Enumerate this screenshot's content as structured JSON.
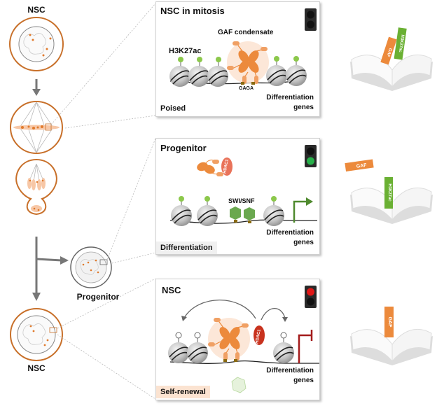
{
  "cell_lineage": {
    "top_cell_label": "NSC",
    "progenitor_label": "Progenitor",
    "bottom_cell_label": "NSC"
  },
  "panels": [
    {
      "id": "mitosis",
      "title": "NSC in mitosis",
      "state_label": "Poised",
      "condensate_label": "GAF condensate",
      "mark_label": "H3K27ac",
      "motif_label": "GAGA",
      "genes_label_line1": "Differentiation",
      "genes_label_line2": "genes",
      "traffic_light": "off",
      "bookmarks": [
        "GAF",
        "H3K27ac"
      ]
    },
    {
      "id": "progenitor",
      "title": "Progenitor",
      "state_label": "Differentiation",
      "remodeler_label": "SWI/SNF",
      "hdac_label": "HDAC1",
      "genes_label_line1": "Differentiation",
      "genes_label_line2": "genes",
      "traffic_light": "green",
      "bookmarks": [
        "GAF",
        "H3K27ac"
      ]
    },
    {
      "id": "nsc",
      "title": "NSC",
      "state_label": "Self-renewal",
      "hdac_label": "HDAC1",
      "genes_label_line1": "Differentiation",
      "genes_label_line2": "genes",
      "traffic_light": "red",
      "bookmarks": [
        "GAF"
      ]
    }
  ],
  "colors": {
    "gaf_orange": "#ec8a3c",
    "acetyl_green": "#8cc84b",
    "swisnf_green": "#6aa84f",
    "hdac_red": "#c8321e",
    "repress_red": "#a31b1b",
    "activate_green": "#4f8a2e",
    "cell_outline": "#c8702a",
    "light_red": "#e01818",
    "light_green": "#27b04a"
  }
}
